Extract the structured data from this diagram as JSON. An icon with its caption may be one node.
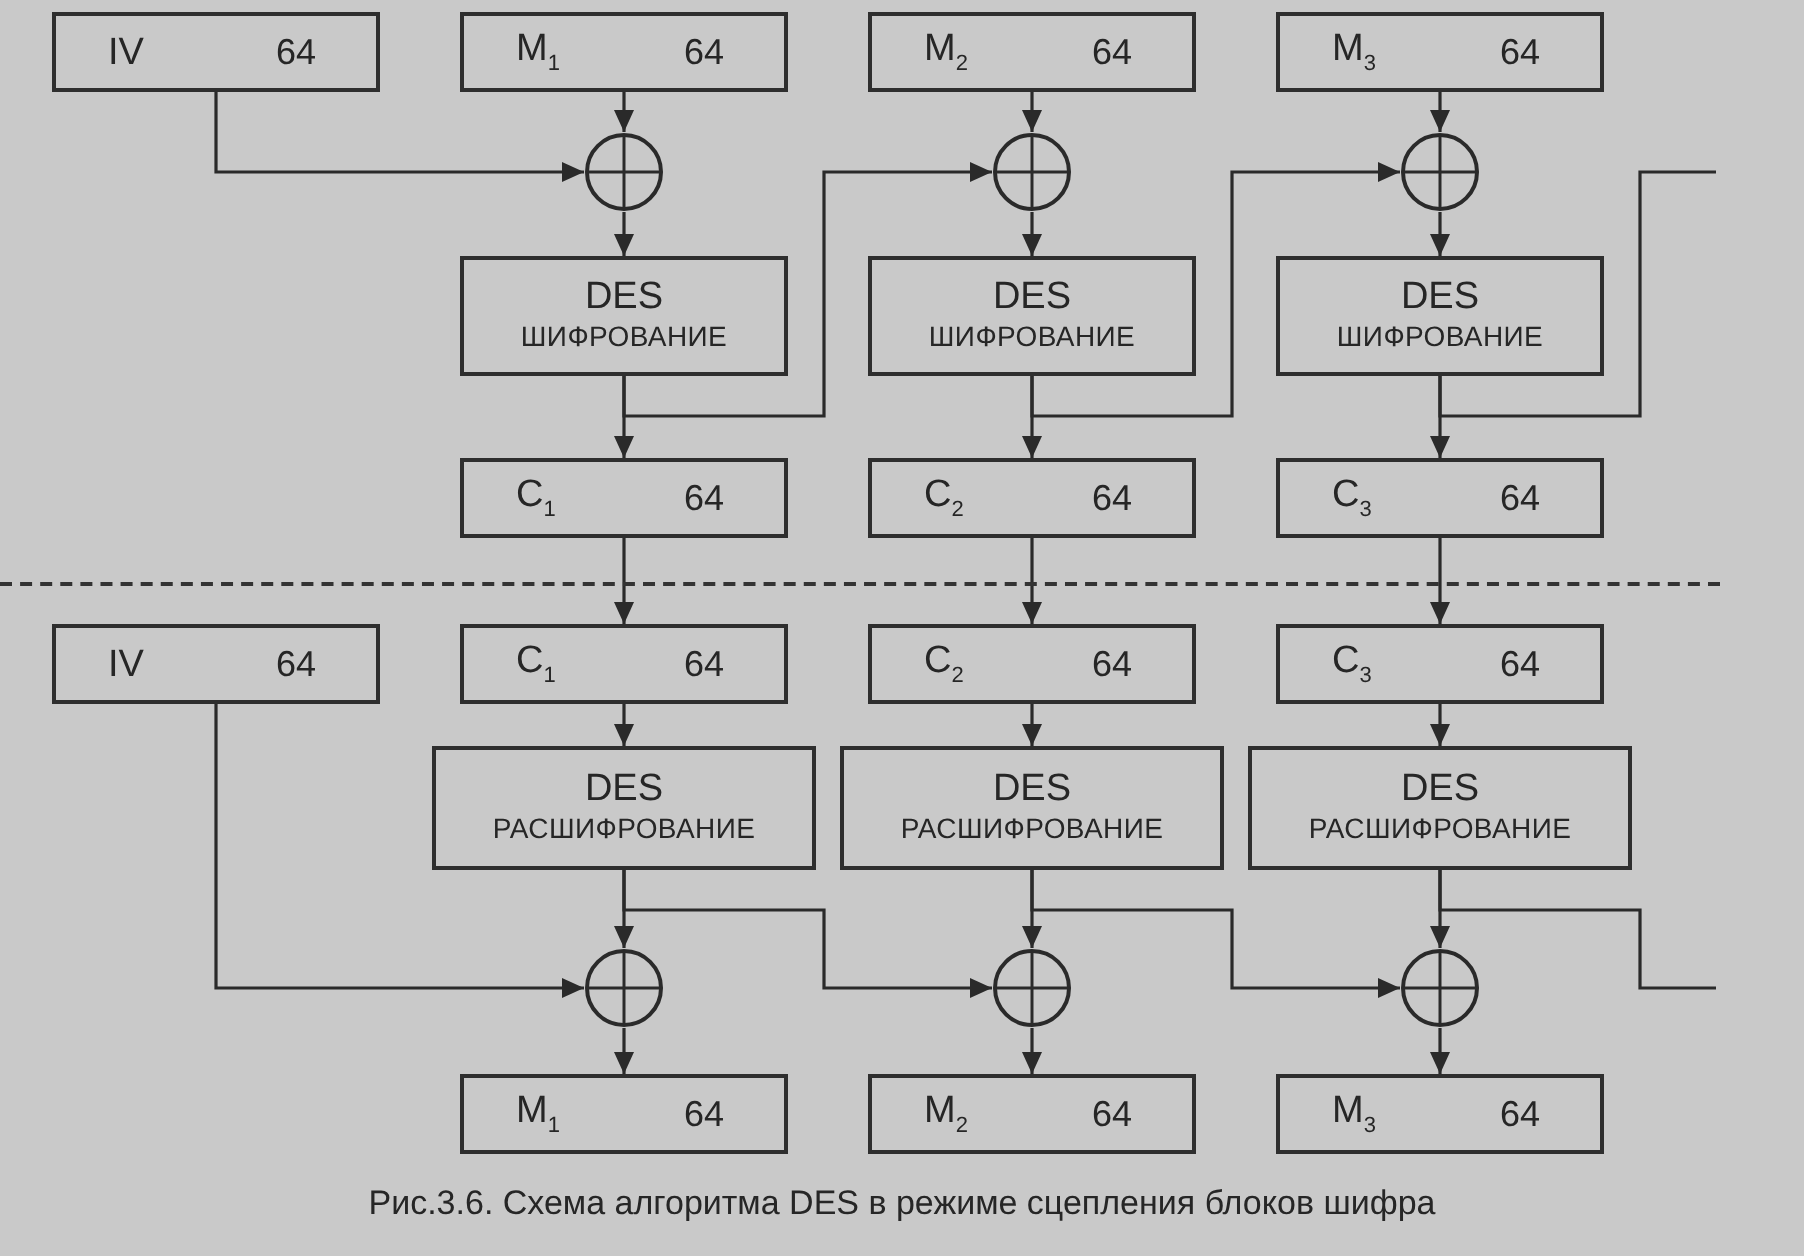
{
  "diagram": {
    "caption": "Рис.3.6. Схема алгоритма DES в режиме сцепления блоков шифра",
    "nodes": [
      {
        "text": [
          "IV",
          "64"
        ]
      },
      {
        "text": [
          "M$_{1}$",
          "64"
        ]
      },
      {
        "text": [
          "M$_{2}$",
          "64"
        ]
      },
      {
        "text": [
          "M$_{3}$",
          "64"
        ]
      },
      {
        "text": [],
        "shape": "circle"
      },
      {
        "text": [],
        "shape": "circle"
      },
      {
        "text": [],
        "shape": "circle"
      },
      {
        "text": [
          "DES",
          "ШИФРОВАНИЕ"
        ]
      },
      {
        "text": [
          "DES",
          "ШИФРОВАНИЕ"
        ]
      },
      {
        "text": [
          "DES",
          "ШИФРОВАНИЕ"
        ]
      },
      {
        "text": [
          "C$_{1}$",
          "64"
        ]
      },
      {
        "text": [
          "C$_{2}$",
          "64"
        ]
      },
      {
        "text": [
          "C$_{3}$",
          "64"
        ]
      },
      {
        "text": [
          "IV",
          "64"
        ]
      },
      {
        "text": [
          "C$_{1}$",
          "64"
        ]
      },
      {
        "text": [
          "C$_{2}$",
          "64"
        ]
      },
      {
        "text": [
          "C$_{3}$",
          "64"
        ]
      },
      {
        "text": [
          "DES",
          "РАСШИФРОВАНИЕ"
        ]
      },
      {
        "text": [
          "DES",
          "РАСШИФРОВАНИЕ"
        ]
      },
      {
        "text": [
          "DES",
          "РАСШИФРОВАНИЕ"
        ]
      },
      {
        "text": [],
        "shape": "circle"
      },
      {
        "text": [],
        "shape": "circle"
      },
      {
        "text": [],
        "shape": "circle"
      },
      {
        "text": [
          "M$_{1}$",
          "64"
        ]
      },
      {
        "text": [
          "M$_{2}$",
          "64"
        ]
      },
      {
        "text": [
          "M$_{3}$",
          "64"
        ]
      }
    ],
    "edges": [
      {
        "from": 0,
        "to": 4,
        "arrow": "to"
      },
      {
        "from": 1,
        "to": 4,
        "arrow": "to"
      },
      {
        "from": 2,
        "to": 5,
        "arrow": "to"
      },
      {
        "from": 3,
        "to": 6,
        "arrow": "to"
      },
      {
        "from": 4,
        "to": 7,
        "arrow": "to"
      },
      {
        "from": 5,
        "to": 8,
        "arrow": "to"
      },
      {
        "from": 6,
        "to": 9,
        "arrow": "to"
      },
      {
        "from": 7,
        "to": 10,
        "arrow": "to"
      },
      {
        "from": 8,
        "to": 11,
        "arrow": "to"
      },
      {
        "from": 9,
        "to": 12,
        "arrow": "to"
      },
      {
        "from": 7,
        "to": 5,
        "arrow": "to"
      },
      {
        "from": 8,
        "to": 6,
        "arrow": "to"
      },
      {
        "from": 9,
        "to": null,
        "arrow": "none"
      },
      {
        "from": 10,
        "to": 14,
        "arrow": "to"
      },
      {
        "from": 11,
        "to": 15,
        "arrow": "to"
      },
      {
        "from": 12,
        "to": 16,
        "arrow": "to"
      },
      {
        "from": 14,
        "to": 17,
        "arrow": "to"
      },
      {
        "from": 15,
        "to": 18,
        "arrow": "to"
      },
      {
        "from": 16,
        "to": 19,
        "arrow": "to"
      },
      {
        "from": 17,
        "to": 20,
        "arrow": "to"
      },
      {
        "from": 18,
        "to": 21,
        "arrow": "to"
      },
      {
        "from": 19,
        "to": 22,
        "arrow": "to"
      },
      {
        "from": 13,
        "to": 20,
        "arrow": "to"
      },
      {
        "from": 17,
        "to": 21,
        "arrow": "to"
      },
      {
        "from": 18,
        "to": 22,
        "arrow": "to"
      },
      {
        "from": 19,
        "to": null,
        "arrow": "none"
      },
      {
        "from": 20,
        "to": 23,
        "arrow": "to"
      },
      {
        "from": 21,
        "to": 24,
        "arrow": "to"
      },
      {
        "from": 22,
        "to": 25,
        "arrow": "to"
      }
    ]
  }
}
